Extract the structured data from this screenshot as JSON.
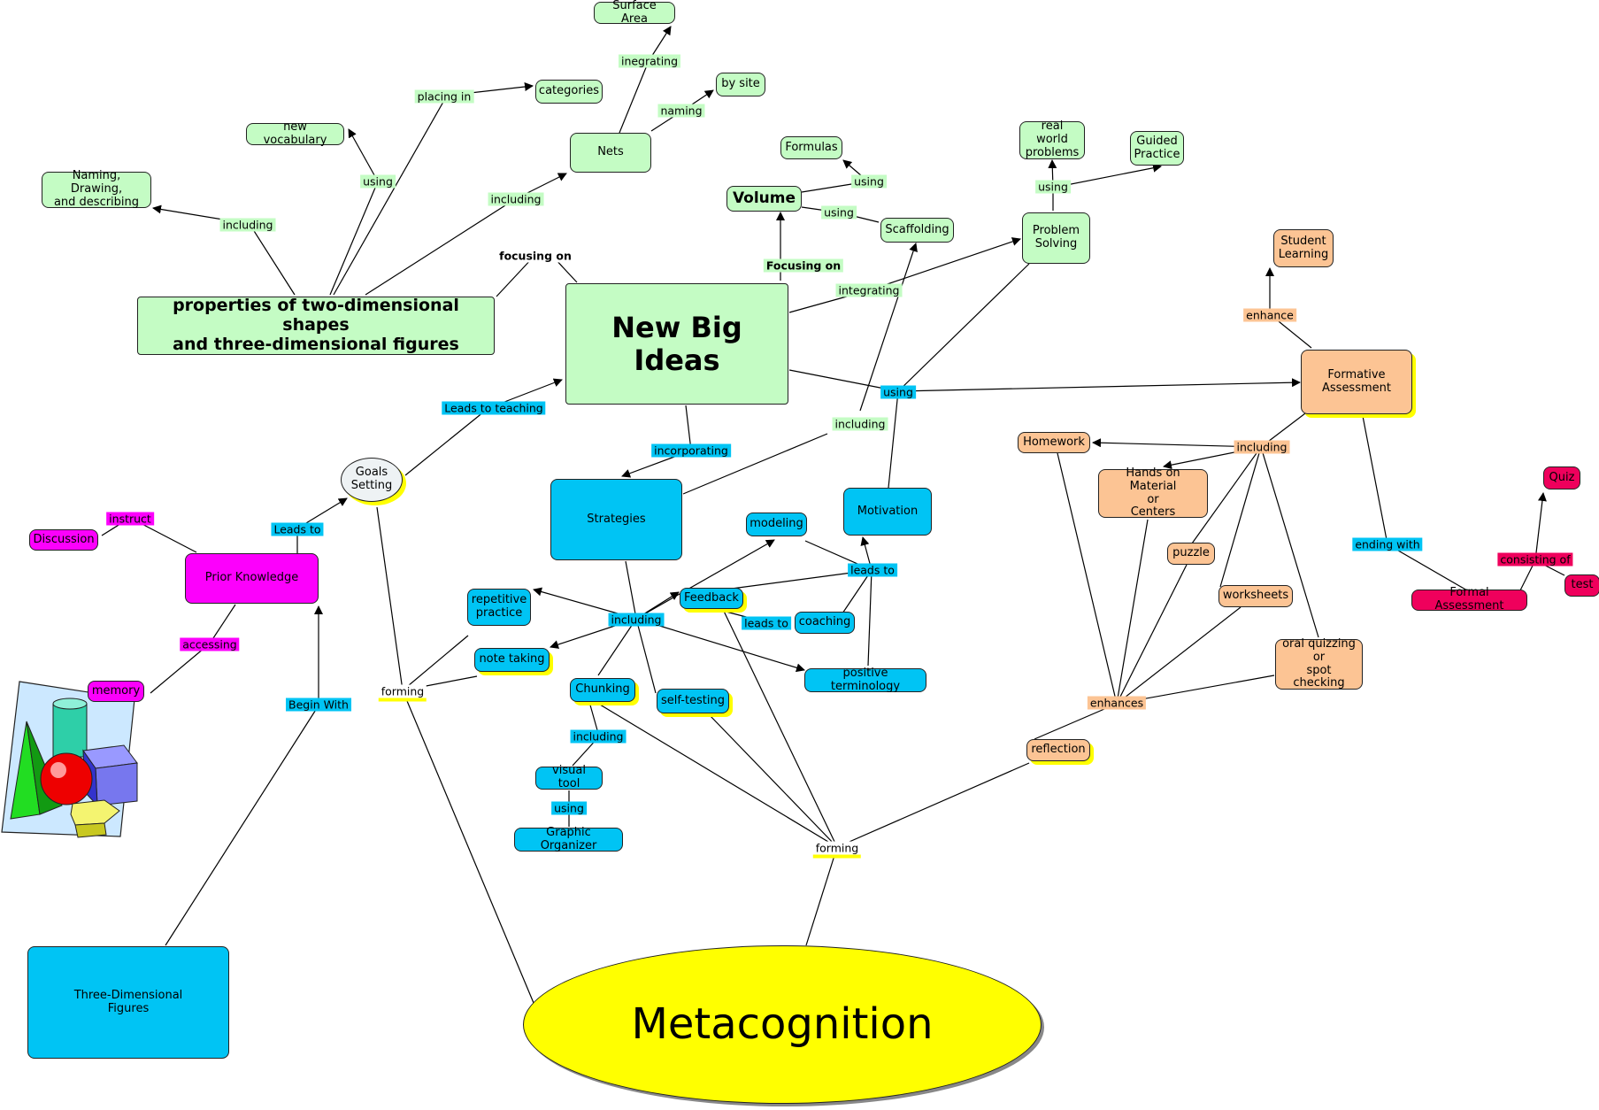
{
  "nodes": {
    "new_big_ideas": "New Big\nIdeas",
    "properties": "properties of two-dimensional shapes\nand three-dimensional figures",
    "naming_drawing": "Naming, Drawing,\nand describing",
    "new_vocabulary": "new vocabulary",
    "categories": "categories",
    "nets": "Nets",
    "surface_area": "Surface Area",
    "by_site": "by site",
    "formulas": "Formulas",
    "volume": "Volume",
    "scaffolding": "Scaffolding",
    "real_world": "real world\nproblems",
    "guided_practice": "Guided\nPractice",
    "problem_solving": "Problem\nSolving",
    "student_learning": "Student\nLearning",
    "formative_assessment": "Formative\nAssessment",
    "homework": "Homework",
    "hands_on": "Hands on Material\nor\nCenters",
    "puzzle": "puzzle",
    "worksheets": "worksheets",
    "oral_quizzing": "oral quizzing\nor\nspot checking",
    "reflection": "reflection",
    "quiz": "Quiz",
    "test": "test",
    "formal_assessment": "Formal Assessment",
    "goals_setting": "Goals\nSetting",
    "discussion": "Discussion",
    "prior_knowledge": "Prior Knowledge",
    "memory": "memory",
    "strategies": "Strategies",
    "motivation": "Motivation",
    "modeling": "modeling",
    "feedback": "Feedback",
    "coaching": "coaching",
    "repetitive_practice": "repetitive\npractice",
    "note_taking": "note taking",
    "positive_terminology": "positive terminology",
    "chunking": "Chunking",
    "self_testing": "self-testing",
    "visual_tool": "visual tool",
    "graphic_organizer": "Graphic Organizer",
    "three_dimensional": "Three-Dimensional\nFigures",
    "metacognition": "Metacognition"
  },
  "links": {
    "including_naming": "including",
    "using_vocab": "using",
    "placing_in": "placing in",
    "including_nets": "including",
    "inegrating": "inegrating",
    "naming": "naming",
    "focusing_on": "focusing on",
    "focusing_on_volume": "Focusing on",
    "using_formulas": "using",
    "using_scaffolding": "using",
    "integrating": "integrating",
    "using_ps": "using",
    "enhance": "enhance",
    "using_main": "using",
    "including_scaffold": "including",
    "incorporating": "incorporating",
    "leads_to_teaching": "Leads to teaching",
    "leads_to_goals": "Leads to",
    "instruct": "instruct",
    "accessing": "accessing",
    "begin_with": "Begin With",
    "forming_left": "forming",
    "including_strategies": "including",
    "leads_to_motivation": "leads to",
    "leads_to_coaching": "leads to",
    "including_chunking": "including",
    "using_graphic": "using",
    "forming_center": "forming",
    "including_fa": "including",
    "enhances": "enhances",
    "ending_with": "ending with",
    "consisting_of": "consisting of"
  },
  "colors": {
    "green": "#c4fcc4",
    "blue": "#00c4f4",
    "orange": "#fcc494",
    "magenta": "#fc00fc",
    "pink": "#ef005c",
    "yellow": "#ffff00"
  },
  "icons": [
    "geometric-solids-clipart-icon"
  ]
}
